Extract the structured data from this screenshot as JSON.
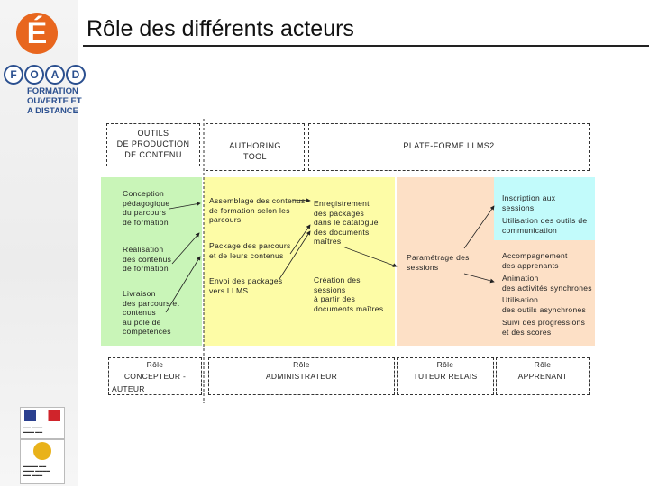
{
  "title": "Rôle des différents acteurs",
  "logo": {
    "letter": "É",
    "foad_letters": [
      "F",
      "O",
      "A",
      "D"
    ],
    "foad_lines": [
      "FORMATION",
      "OUVERTE ET",
      "A DISTANCE"
    ]
  },
  "columns": {
    "outils": {
      "header": [
        "OUTILS",
        "DE PRODUCTION",
        "DE CONTENU"
      ],
      "items": [
        [
          "Conception",
          "pédagogique",
          "du parcours",
          "de formation"
        ],
        [
          "Réalisation",
          "des contenus",
          "de formation"
        ],
        [
          "Livraison",
          "des parcours et",
          "contenus",
          "au pôle de",
          "compétences"
        ]
      ],
      "role": [
        "Rôle",
        "CONCEPTEUR -",
        "AUTEUR"
      ]
    },
    "authoring": {
      "header": [
        "AUTHORING",
        "TOOL"
      ],
      "items": [
        [
          "Assemblage des contenus",
          "de formation selon les",
          "parcours"
        ],
        [
          "Package des parcours",
          "et de leurs contenus"
        ],
        [
          "Envoi des packages",
          "vers LLMS"
        ]
      ]
    },
    "admin": {
      "items": [
        [
          "Enregistrement",
          "des packages",
          "dans le catalogue",
          "des documents",
          "maîtres"
        ],
        [
          "Création des",
          "sessions",
          "à partir des",
          "documents maîtres"
        ]
      ],
      "role": [
        "Rôle",
        "ADMINISTRATEUR"
      ]
    },
    "platform": {
      "header": [
        "PLATE-FORME LLMS2"
      ]
    },
    "tuteur": {
      "items": [
        [
          "Paramétrage des",
          "sessions"
        ]
      ],
      "role": [
        "Rôle",
        "TUTEUR RELAIS"
      ]
    },
    "apprenant": {
      "items": [
        [
          "Inscription aux",
          "sessions"
        ],
        [
          "Utilisation des outils de",
          "communication"
        ],
        [
          "Accompagnement",
          "des apprenants"
        ],
        [
          "Animation",
          "des activités synchrones"
        ],
        [
          "Utilisation",
          "des outils asynchrones"
        ],
        [
          "Suivi des progressions",
          "et des scores"
        ]
      ],
      "role": [
        "Rôle",
        "APPRENANT"
      ]
    }
  },
  "colors": {
    "green": "#c9f5b8",
    "cyan": "#c2fbfb",
    "yellow": "#fdfca6",
    "peach": "#fde0c6",
    "accent": "#e8661e",
    "blue": "#2a4f8f"
  }
}
